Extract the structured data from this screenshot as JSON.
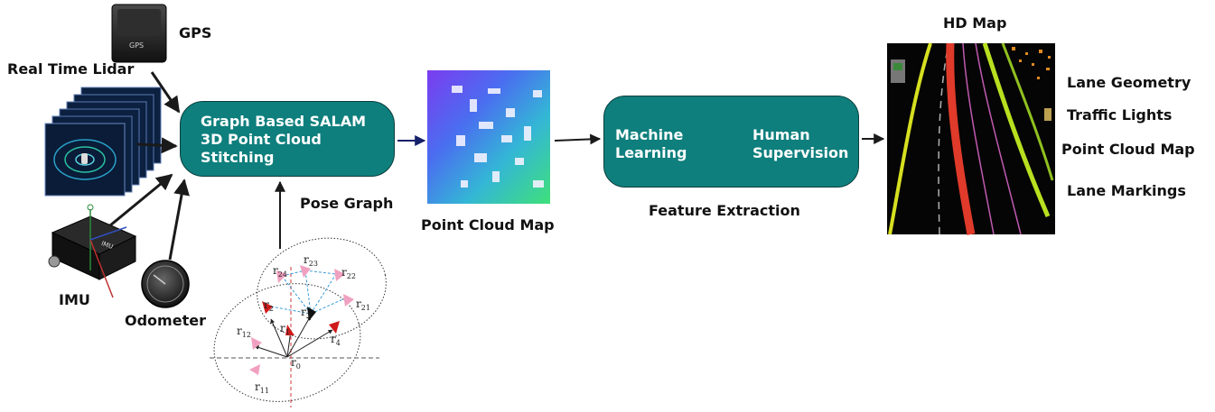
{
  "inputs": {
    "gps": "GPS",
    "gps_device_text": "GPS",
    "lidar": "Real Time Lidar",
    "imu": "IMU",
    "imu_device_text": "IMU",
    "odometer": "Odometer"
  },
  "slam_box": {
    "line1": "Graph Based SALAM",
    "line2": "3D Point Cloud",
    "line3": "Stitching"
  },
  "pose_graph": {
    "label": "Pose Graph",
    "nodes": [
      "r0",
      "r1",
      "r2",
      "r3",
      "r4",
      "r11",
      "r12",
      "r21",
      "r22",
      "r23",
      "r24"
    ]
  },
  "point_cloud": {
    "label": "Point Cloud Map"
  },
  "feature_extraction": {
    "label": "Feature Extraction",
    "machine_line1": "Machine",
    "machine_line2": "Learning",
    "human_line1": "Human",
    "human_line2": "Supervision"
  },
  "hd_map": {
    "title": "HD Map",
    "outputs": [
      "Lane Geometry",
      "Traffic Lights",
      "Point Cloud Map",
      "Lane Markings"
    ]
  },
  "colors": {
    "box_fill": "#0e7f7d",
    "arrow": "#1a1a1a",
    "cloud_arrow": "#15206b"
  }
}
